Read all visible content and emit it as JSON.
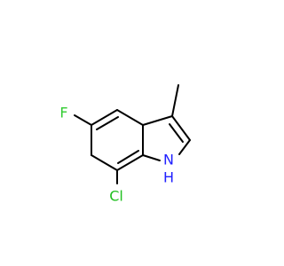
{
  "molecule": {
    "atoms": {
      "fluorine": {
        "label": "F",
        "color": "#33cc33"
      },
      "chlorine": {
        "label": "Cl",
        "color": "#1fbf1f"
      },
      "nitrogen": {
        "label": "N",
        "color": "#2020ff"
      },
      "hydrogen": {
        "label": "H",
        "color": "#2020ff"
      }
    },
    "bond_color": "#000000",
    "background": "#ffffff"
  }
}
